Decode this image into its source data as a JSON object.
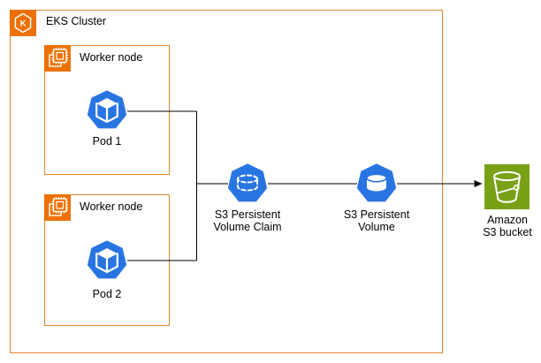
{
  "diagram": {
    "cluster": {
      "label": "EKS Cluster",
      "icon": "eks-cluster-icon"
    },
    "worker_nodes": [
      {
        "label": "Worker node",
        "icon": "compute-chip-icon",
        "pod": {
          "label": "Pod 1",
          "icon": "kubernetes-pod-icon"
        }
      },
      {
        "label": "Worker node",
        "icon": "compute-chip-icon",
        "pod": {
          "label": "Pod 2",
          "icon": "kubernetes-pod-icon"
        }
      }
    ],
    "pvc": {
      "label": "S3 Persistent\nVolume Claim",
      "icon": "persistent-volume-claim-icon"
    },
    "pv": {
      "label": "S3 Persistent\nVolume",
      "icon": "persistent-volume-icon"
    },
    "s3": {
      "label": "Amazon\nS3 bucket",
      "icon": "s3-bucket-icon"
    }
  },
  "theme": {
    "orange": "#ED7100",
    "border_orange": "#E0862B",
    "blue": "#2875E2",
    "green": "#7AA116",
    "line": "#000000",
    "text": "#000000",
    "bg": "#FFFFFF"
  }
}
